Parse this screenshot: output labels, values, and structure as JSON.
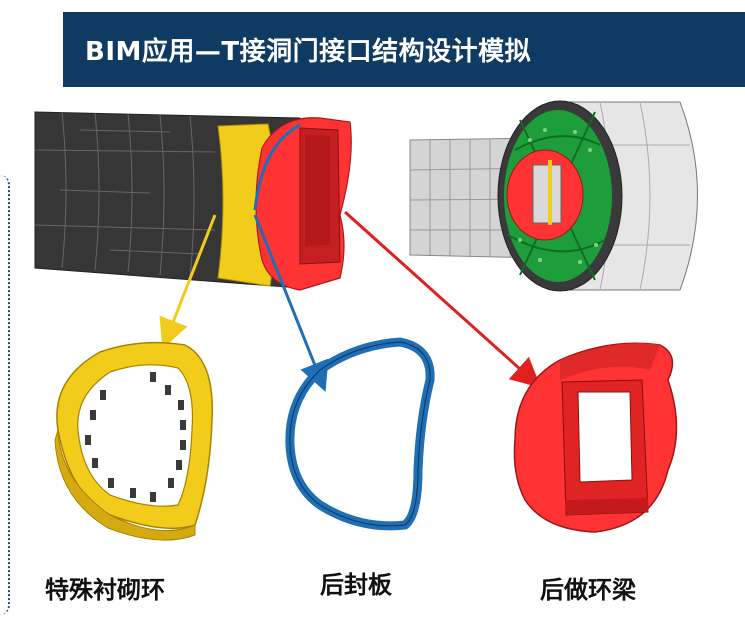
{
  "title": "BIM应用—T接洞门接口结构设计模拟",
  "labels": {
    "lining_ring": "特殊衬砌环",
    "rear_plate": "后封板",
    "ring_beam": "后做环梁"
  },
  "colors": {
    "title_bg": "#0f3b63",
    "tunnel": "#3d3d3d",
    "lining_ring": "#f2cc1a",
    "rear_plate": "#1f6fb5",
    "ring_beam": "#ff3333",
    "green_interior": "#1e9e3a"
  }
}
